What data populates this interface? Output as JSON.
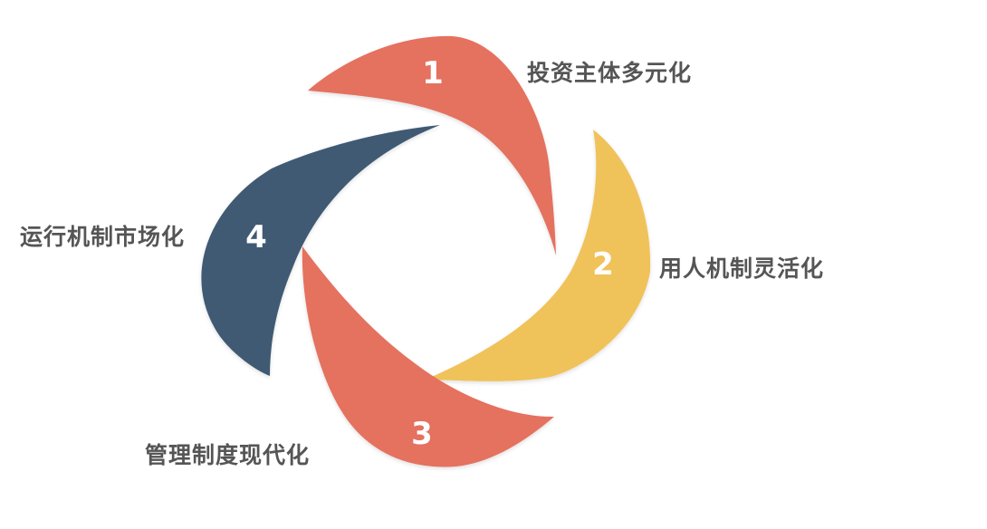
{
  "diagram": {
    "items": [
      {
        "number": "1",
        "label": "投资主体多元化",
        "color": "#E5715F"
      },
      {
        "number": "2",
        "label": "用人机制灵活化",
        "color": "#F0C25A"
      },
      {
        "number": "3",
        "label": "管理制度现代化",
        "color": "#E5715F"
      },
      {
        "number": "4",
        "label": "运行机制市场化",
        "color": "#3F5A73"
      }
    ]
  }
}
